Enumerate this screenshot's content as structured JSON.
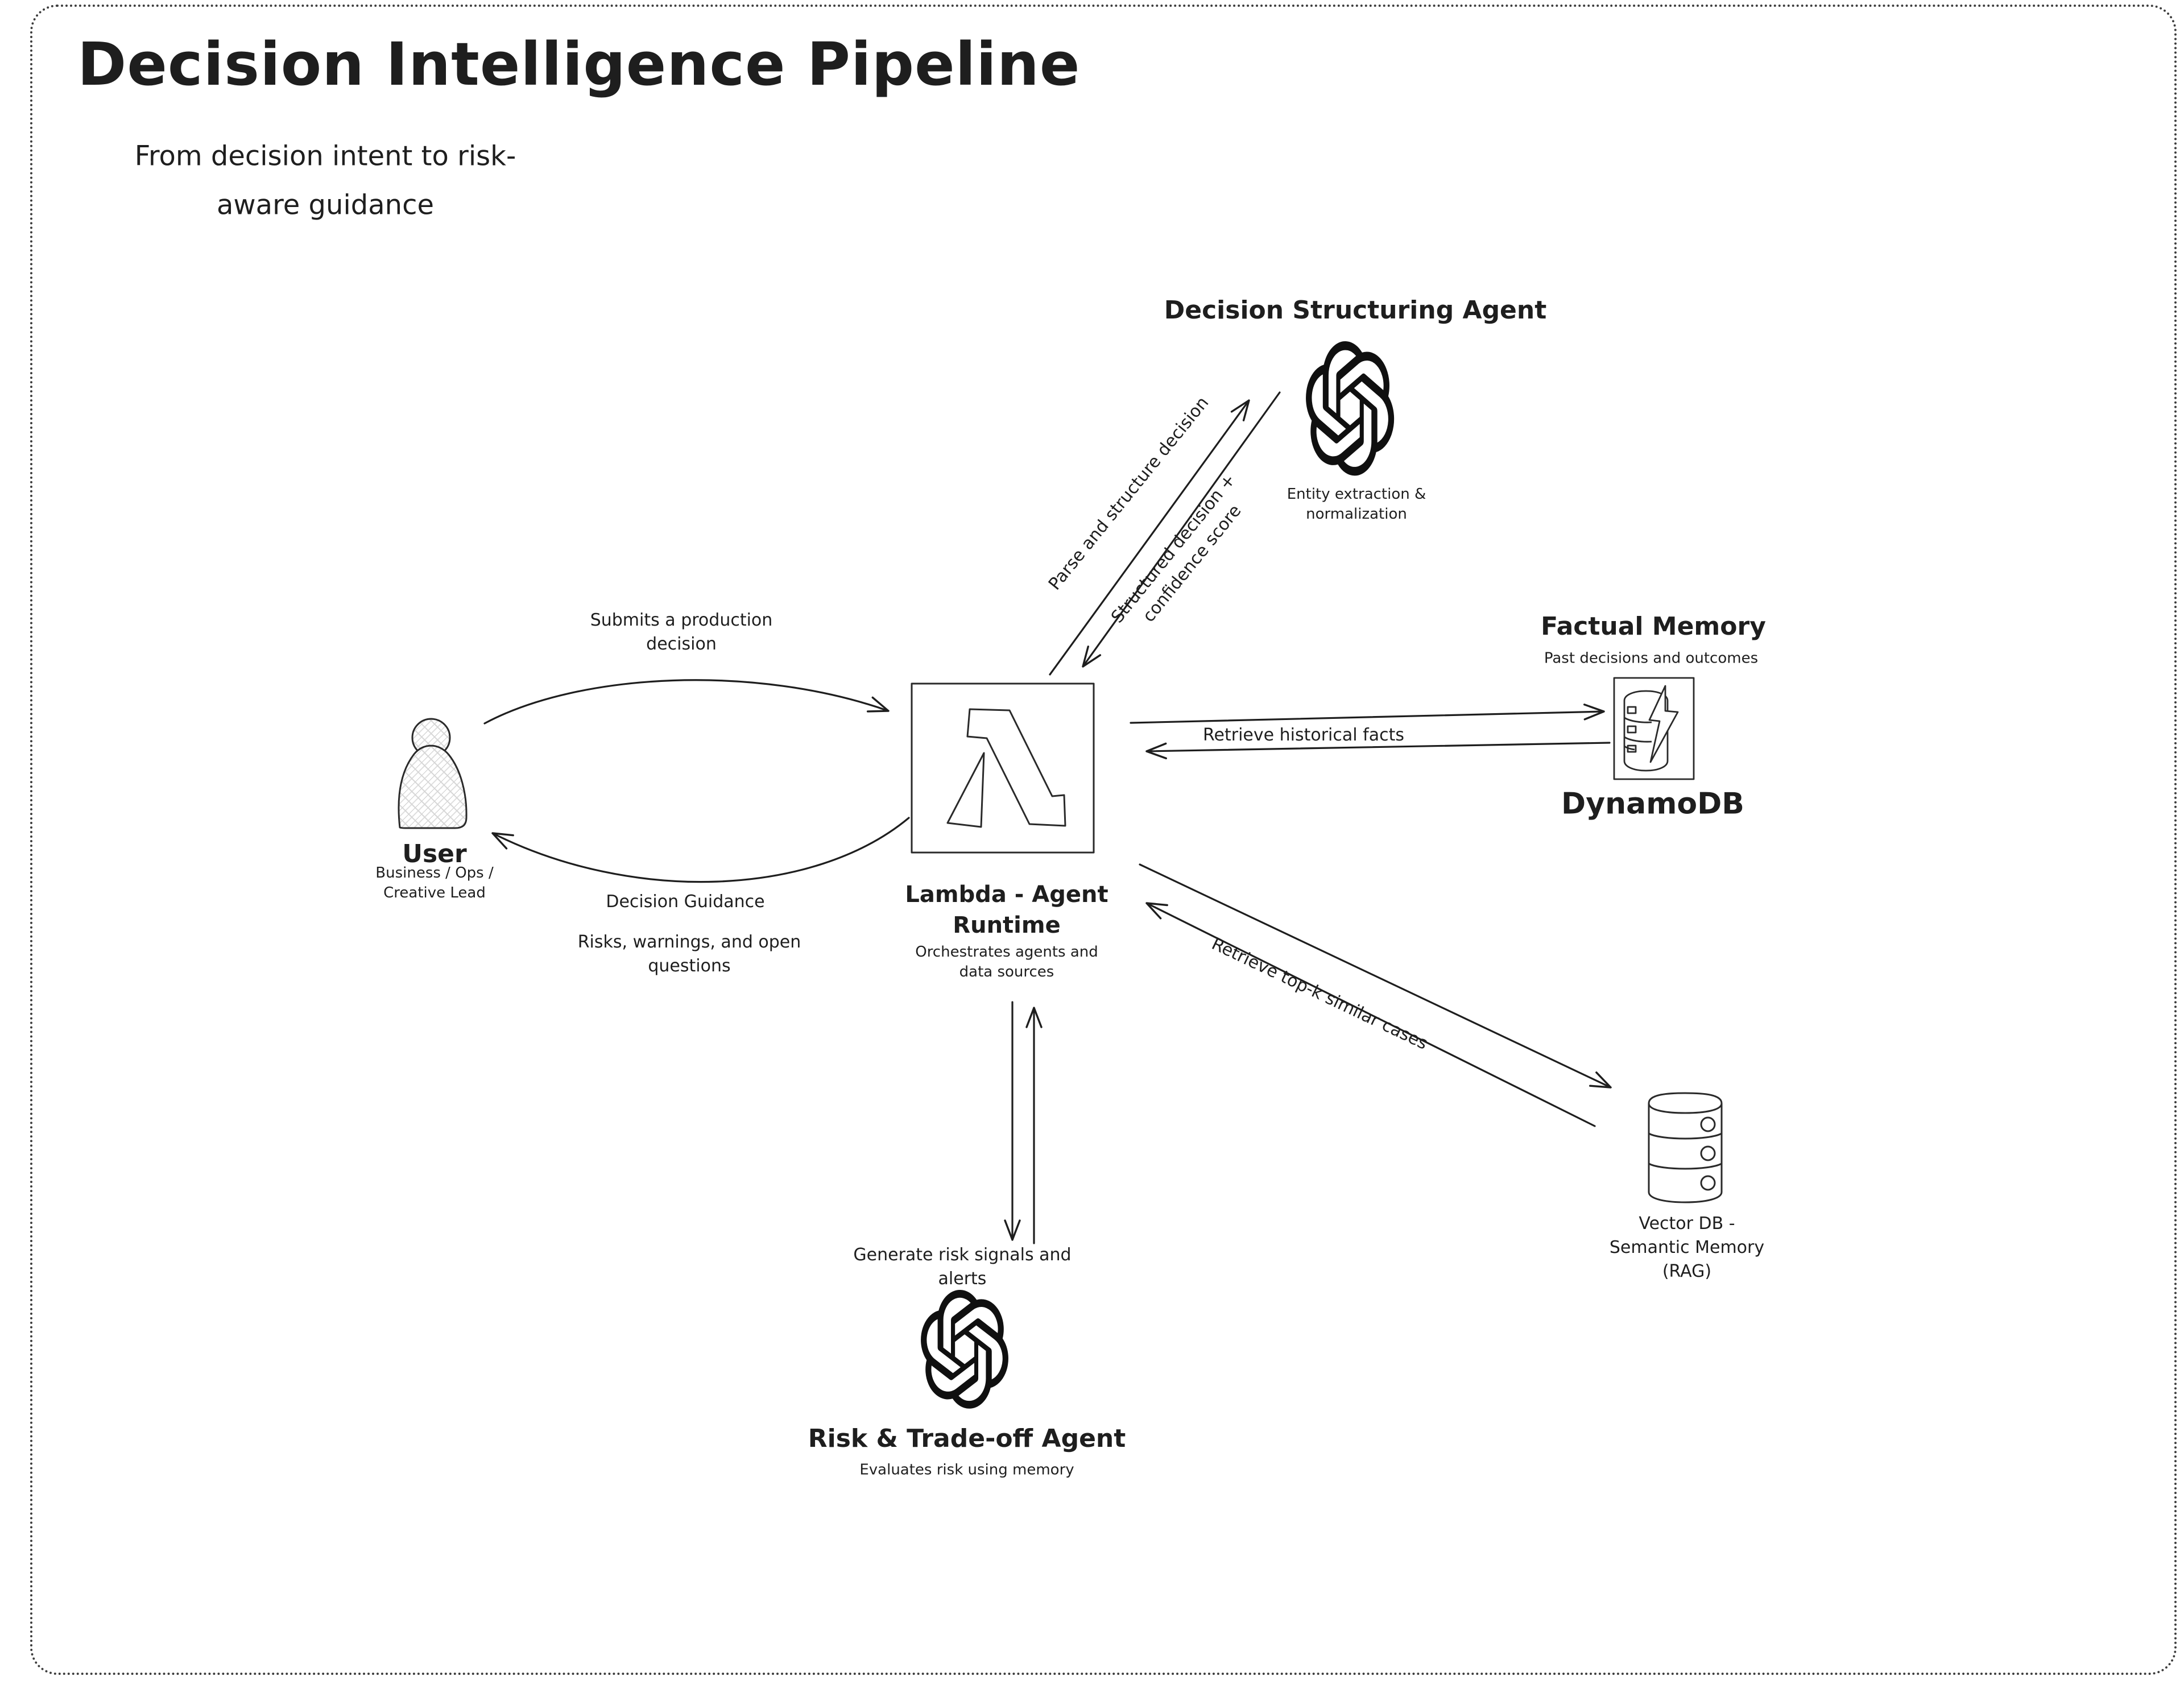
{
  "title": "Decision Intelligence Pipeline",
  "subtitle": {
    "line1": "From decision intent to risk-",
    "line2": "aware guidance"
  },
  "nodes": {
    "user": {
      "label": "User",
      "sublabel_line1": "Business / Ops /",
      "sublabel_line2": "Creative Lead"
    },
    "lambda": {
      "label_line1": "Lambda - Agent",
      "label_line2": "Runtime",
      "caption_line1": "Orchestrates agents and",
      "caption_line2": "data sources"
    },
    "structuring_agent": {
      "title": "Decision Structuring Agent",
      "caption_line1": "Entity extraction &",
      "caption_line2": "normalization"
    },
    "factual_memory": {
      "title": "Factual Memory",
      "subtitle": "Past decisions and outcomes",
      "label": "DynamoDB"
    },
    "vector_db": {
      "label_line1": "Vector DB -",
      "label_line2": "Semantic Memory",
      "label_line3": "(RAG)"
    },
    "risk_agent": {
      "title": "Risk & Trade-off Agent",
      "caption": "Evaluates risk using memory"
    }
  },
  "edges": {
    "submit": {
      "label_line1": "Submits a production",
      "label_line2": "decision"
    },
    "guidance": {
      "label_line1": "Decision Guidance",
      "label_line2": "Risks, warnings, and open",
      "label_line3": "questions"
    },
    "parse": {
      "label": "Parse and structure decision"
    },
    "structured": {
      "label_line1": "Structured decision +",
      "label_line2": "confidence score"
    },
    "facts": {
      "label": "Retrieve historical facts"
    },
    "topk": {
      "label": "Retrieve top-k similar cases"
    },
    "risk": {
      "label_line1": "Generate risk signals and",
      "label_line2": "alerts"
    }
  },
  "icons": {
    "user": "person-icon",
    "lambda": "aws-lambda-icon",
    "structuring_agent": "openai-logo-icon",
    "risk_agent": "openai-logo-icon",
    "factual_memory": "dynamodb-icon",
    "vector_db": "database-cylinder-icon"
  },
  "colors": {
    "ink": "#1e1e1e",
    "frame_border": "#3d3d3d",
    "hatch_fill": "#c9c9c9",
    "background": "#ffffff"
  }
}
